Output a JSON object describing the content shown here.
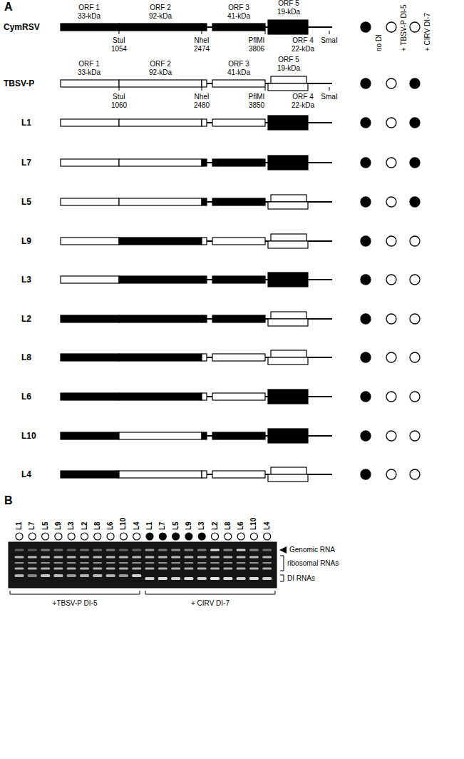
{
  "diagram": {
    "labels": [
      "A",
      "CymRSV",
      "ORF 1",
      "33-kDa",
      "ORF 2",
      "92-kDa",
      "ORF 3",
      "41-kDa",
      "ORF 5",
      "19-kDa",
      "ORF 4",
      "22-kDa",
      "StuI",
      "1054",
      "NheI",
      "2474",
      "PflMI",
      "3806",
      "SmaI",
      "no DI",
      "+ TBSV-P DI-5",
      "+ CIRV DI-7",
      "TBSV-P",
      "ORF 1",
      "33-kDa",
      "ORF 2",
      "92-kDa",
      "ORF 3",
      "41-kDa",
      "ORF 5",
      "19-kDa",
      "ORF 4",
      "22-kDa",
      "StuI",
      "1060",
      "NheI",
      "2480",
      "PflMI",
      "3850",
      "SmaI",
      "L1",
      "L7",
      "L5",
      "L9",
      "L3",
      "L2",
      "L8",
      "L6",
      "L10",
      "L4",
      "B",
      "L1",
      "L7",
      "L5",
      "L9",
      "L3",
      "L2",
      "L8",
      "L6",
      "L10",
      "L4",
      "L1",
      "L7",
      "L5",
      "L9",
      "L3",
      "L2",
      "L8",
      "L6",
      "L10",
      "L4",
      "Genomic RNA",
      "ribosomal RNAs",
      "DI RNAs",
      "+TBSV-P DI-5",
      "+ CIRV DI-7"
    ]
  }
}
